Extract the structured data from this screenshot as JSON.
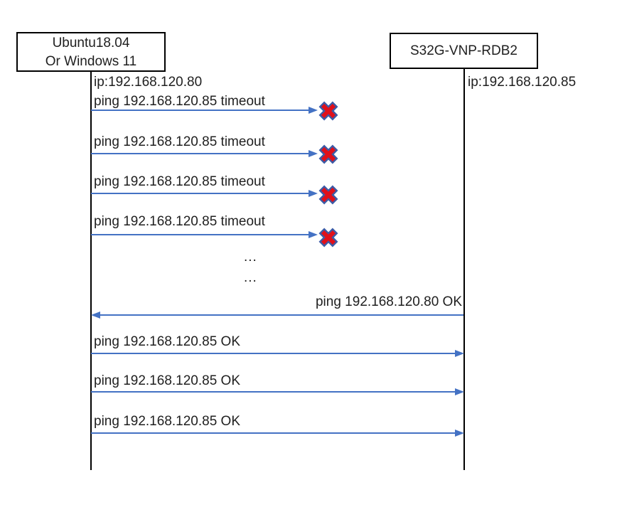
{
  "actors": {
    "left": {
      "name_line1": "Ubuntu18.04",
      "name_line2": "Or Windows 11",
      "ip": "ip:192.168.120.80"
    },
    "right": {
      "name": "S32G-VNP-RDB2",
      "ip": "ip:192.168.120.85"
    }
  },
  "messages": {
    "timeouts": [
      "ping 192.168.120.85 timeout",
      "ping 192.168.120.85 timeout",
      "ping 192.168.120.85 timeout",
      "ping 192.168.120.85 timeout"
    ],
    "ellipsis": [
      "...",
      "..."
    ],
    "reply_ok": "ping 192.168.120.80 OK",
    "oks": [
      "ping 192.168.120.85 OK",
      "ping 192.168.120.85 OK",
      "ping 192.168.120.85 OK"
    ]
  },
  "colors": {
    "arrow": "#4472C4",
    "fail_x_fill": "#E0101A",
    "fail_x_border": "#3C5BA6",
    "lifeline": "#000000",
    "text": "#1F1F1F"
  }
}
